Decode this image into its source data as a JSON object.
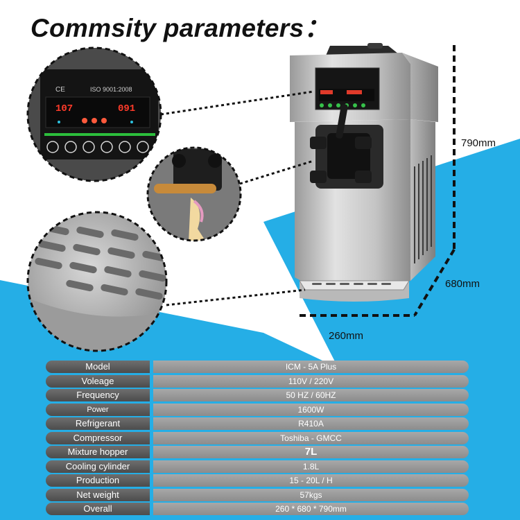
{
  "title": "Commsity parameters：",
  "dimensions": {
    "height": "790mm",
    "depth": "680mm",
    "width": "260mm"
  },
  "display": {
    "cert_text": "ISO 9001:2008",
    "readout_left": "107",
    "readout_right": "091"
  },
  "colors": {
    "accent_blue": "#25aee6",
    "label_bg": "#5a5a5a",
    "value_bg": "#9a9a9a",
    "steel": "#c9c9c9"
  },
  "specs": [
    {
      "label": "Model",
      "value": "ICM - 5A Plus"
    },
    {
      "label": "Voleage",
      "value": "110V / 220V"
    },
    {
      "label": "Frequency",
      "value": "50 HZ / 60HZ"
    },
    {
      "label": "Power",
      "value": "1600W"
    },
    {
      "label": "Refrigerant",
      "value": "R410A"
    },
    {
      "label": "Compressor",
      "value": "Toshiba - GMCC"
    },
    {
      "label": "Mixture hopper",
      "value": "7L"
    },
    {
      "label": "Cooling cylinder",
      "value": "1.8L"
    },
    {
      "label": "Production",
      "value": "15 - 20L / H"
    },
    {
      "label": "Net weight",
      "value": "57kgs"
    },
    {
      "label": "Overall",
      "value": "260 * 680 * 790mm"
    }
  ]
}
